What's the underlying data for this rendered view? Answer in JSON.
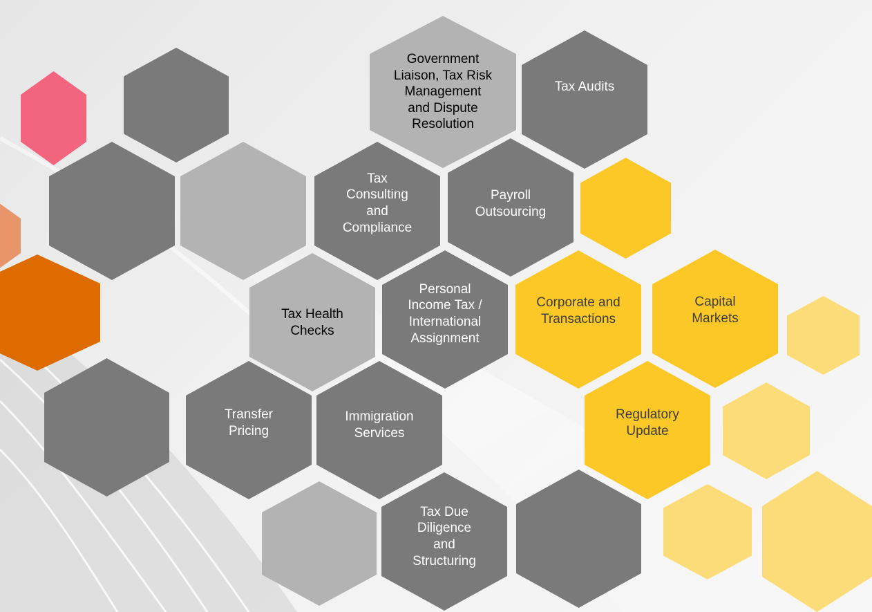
{
  "palette": {
    "gray_dark": "#7a7a7a",
    "gray_light": "#b3b3b3",
    "yellow": "#fcc827",
    "yellow_light": "#fcdc78",
    "pink": "#f3657f",
    "orange_light": "#e8946a",
    "orange": "#dd6b00",
    "text_on_dark": "#ffffff",
    "text_on_light": "#000000",
    "text_on_yellow": "#3d3d3d"
  },
  "services": [
    {
      "id": "government-liaison",
      "label": "Government\nLiaison, Tax Risk\nManagement\nand Dispute\nResolution",
      "tone": "gray_light"
    },
    {
      "id": "tax-audits",
      "label": "Tax Audits",
      "tone": "gray_dark"
    },
    {
      "id": "tax-consulting",
      "label": "Tax\nConsulting\nand\nCompliance",
      "tone": "gray_dark"
    },
    {
      "id": "payroll-outsourcing",
      "label": "Payroll\nOutsourcing",
      "tone": "gray_dark"
    },
    {
      "id": "tax-health-checks",
      "label": "Tax Health\nChecks",
      "tone": "gray_light"
    },
    {
      "id": "personal-income-tax",
      "label": "Personal\nIncome Tax /\nInternational\nAssignment",
      "tone": "gray_dark"
    },
    {
      "id": "corporate-transactions",
      "label": "Corporate and\nTransactions",
      "tone": "yellow"
    },
    {
      "id": "capital-markets",
      "label": "Capital\nMarkets",
      "tone": "yellow"
    },
    {
      "id": "transfer-pricing",
      "label": "Transfer\nPricing",
      "tone": "gray_dark"
    },
    {
      "id": "immigration-services",
      "label": "Immigration\nServices",
      "tone": "gray_dark"
    },
    {
      "id": "regulatory-update",
      "label": "Regulatory\nUpdate",
      "tone": "yellow"
    },
    {
      "id": "tax-due-diligence",
      "label": "Tax Due\nDiligence\nand\nStructuring",
      "tone": "gray_dark"
    }
  ],
  "decor": [
    {
      "id": "pink",
      "tone": "pink"
    },
    {
      "id": "gray-top-left",
      "tone": "gray_dark"
    },
    {
      "id": "orange-light",
      "tone": "orange_light"
    },
    {
      "id": "gray-mid-left",
      "tone": "gray_dark"
    },
    {
      "id": "gray-light-left",
      "tone": "gray_light"
    },
    {
      "id": "orange",
      "tone": "orange"
    },
    {
      "id": "yellow-top",
      "tone": "yellow"
    },
    {
      "id": "yellow-light-right",
      "tone": "yellow_light"
    },
    {
      "id": "gray-bottom-left",
      "tone": "gray_dark"
    },
    {
      "id": "yellow-light-mid",
      "tone": "yellow_light"
    },
    {
      "id": "gray-light-bottom",
      "tone": "gray_light"
    },
    {
      "id": "gray-bottom-center",
      "tone": "gray_dark"
    },
    {
      "id": "yellow-light-bottom",
      "tone": "yellow_light"
    },
    {
      "id": "yellow-light-corner",
      "tone": "yellow_light"
    }
  ]
}
